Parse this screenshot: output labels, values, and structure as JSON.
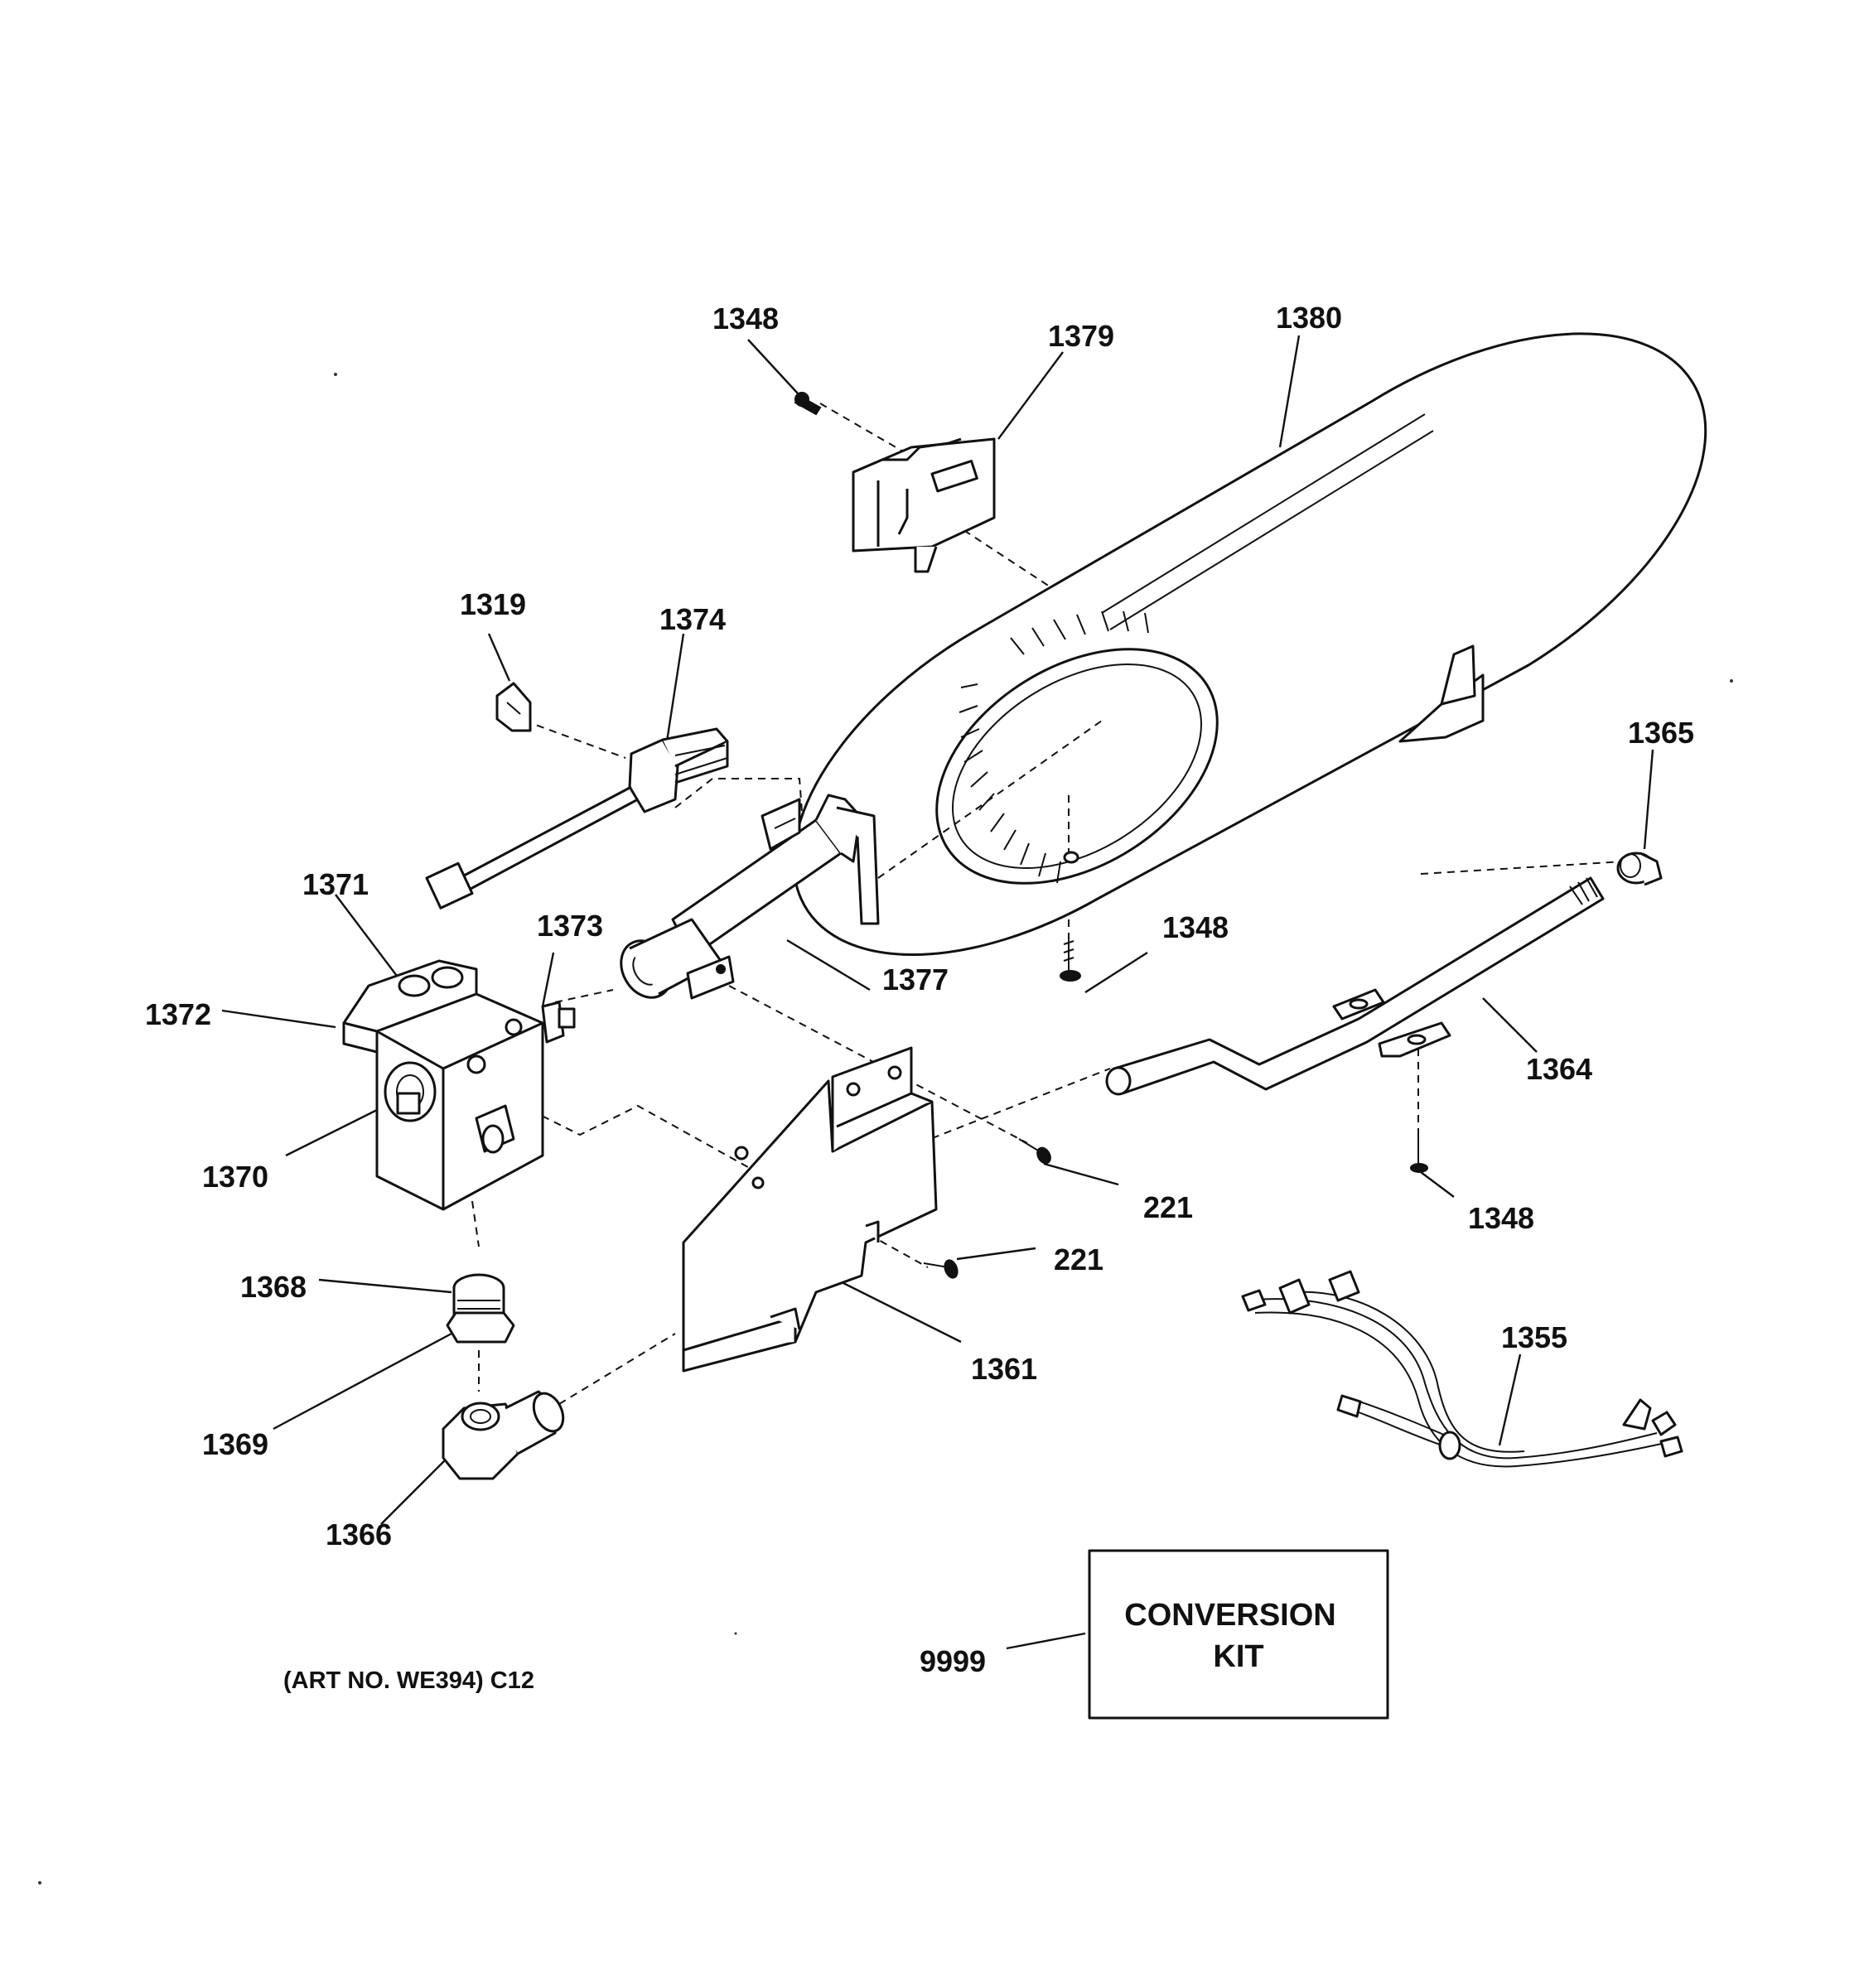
{
  "labels": {
    "l1348a": "1348",
    "l1379": "1379",
    "l1380": "1380",
    "l1319": "1319",
    "l1374": "1374",
    "l1365": "1365",
    "l1371": "1371",
    "l1373": "1373",
    "l1348b": "1348",
    "l1377": "1377",
    "l1372": "1372",
    "l1364": "1364",
    "l1370": "1370",
    "l221a": "221",
    "l1348c": "1348",
    "l221b": "221",
    "l1368": "1368",
    "l1361": "1361",
    "l1355": "1355",
    "l1369": "1369",
    "l1366": "1366",
    "l9999": "9999"
  },
  "conversion_kit": {
    "line1": "CONVERSION",
    "line2": "KIT"
  },
  "art_number": "(ART NO. WE394) C12"
}
